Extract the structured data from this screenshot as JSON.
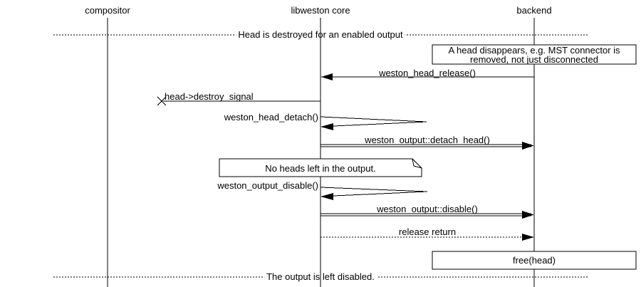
{
  "colors": {
    "background": "#ffffff",
    "stroke": "#000000",
    "text": "#000000"
  },
  "actors": [
    {
      "name": "compositor"
    },
    {
      "name": "libweston core"
    },
    {
      "name": "backend"
    }
  ],
  "dividers": [
    {
      "label": "Head is destroyed for an enabled output"
    },
    {
      "label": "The output is left disabled."
    }
  ],
  "notes": {
    "head_disappears": {
      "line1": "A head disappears, e.g. MST connector is",
      "line2": "removed, not just disconnected"
    },
    "no_heads": {
      "text": "No heads left in the output."
    },
    "free_head": {
      "text": "free(head)"
    }
  },
  "messages": [
    {
      "label": "weston_head_release()",
      "from": "backend",
      "to": "libweston core",
      "style": "solid arrow"
    },
    {
      "label": "head->destroy_signal",
      "from": "libweston core",
      "to": "lost (x)",
      "style": "lost signal"
    },
    {
      "label": "weston_head_detach()",
      "from": "libweston core",
      "to": "libweston core",
      "style": "self call"
    },
    {
      "label": "weston_output::detach_head()",
      "from": "libweston core",
      "to": "backend",
      "style": "double-line call"
    },
    {
      "label": "weston_output_disable()",
      "from": "libweston core",
      "to": "libweston core",
      "style": "self call"
    },
    {
      "label": "weston_output::disable()",
      "from": "libweston core",
      "to": "backend",
      "style": "double-line call"
    },
    {
      "label": "release return",
      "from": "libweston core",
      "to": "backend",
      "style": "dotted return"
    }
  ]
}
